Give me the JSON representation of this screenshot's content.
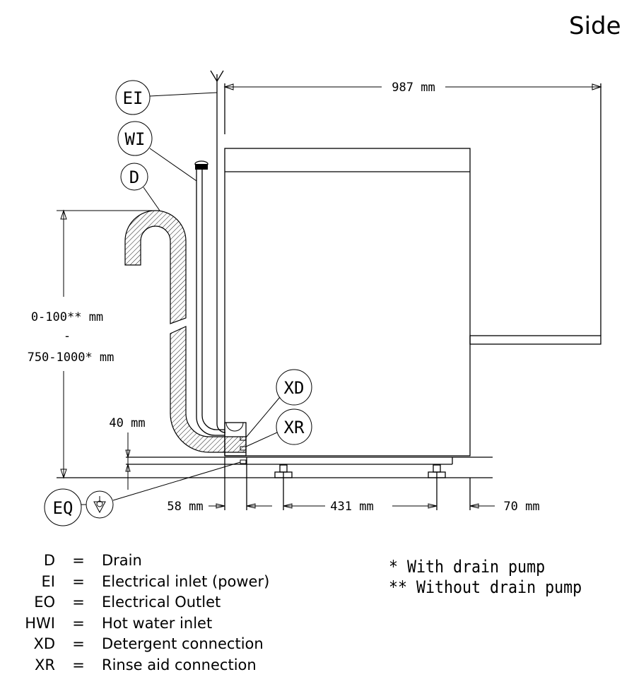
{
  "title": "Side",
  "bubbles": {
    "ei": "EI",
    "wi": "WI",
    "d": "D",
    "xd": "XD",
    "xr": "XR",
    "eq": "EQ"
  },
  "dimensions": {
    "width_total": "987 mm",
    "height_range_1": "0-100** mm",
    "height_sep": "-",
    "height_range_2": "750-1000* mm",
    "base_height": "40 mm",
    "offset_left": "58 mm",
    "feet_distance": "431 mm",
    "offset_right": "70 mm"
  },
  "legend": [
    {
      "code": "D",
      "eq": "=",
      "label": "Drain"
    },
    {
      "code": "EI",
      "eq": "=",
      "label": "Electrical inlet (power)"
    },
    {
      "code": "EO",
      "eq": "=",
      "label": "Electrical Outlet"
    },
    {
      "code": "HWI",
      "eq": "=",
      "label": "Hot water inlet"
    },
    {
      "code": "XD",
      "eq": "=",
      "label": "Detergent connection"
    },
    {
      "code": "XR",
      "eq": "=",
      "label": "Rinse aid connection"
    }
  ],
  "notes": [
    "* With drain pump",
    "** Without drain pump"
  ]
}
